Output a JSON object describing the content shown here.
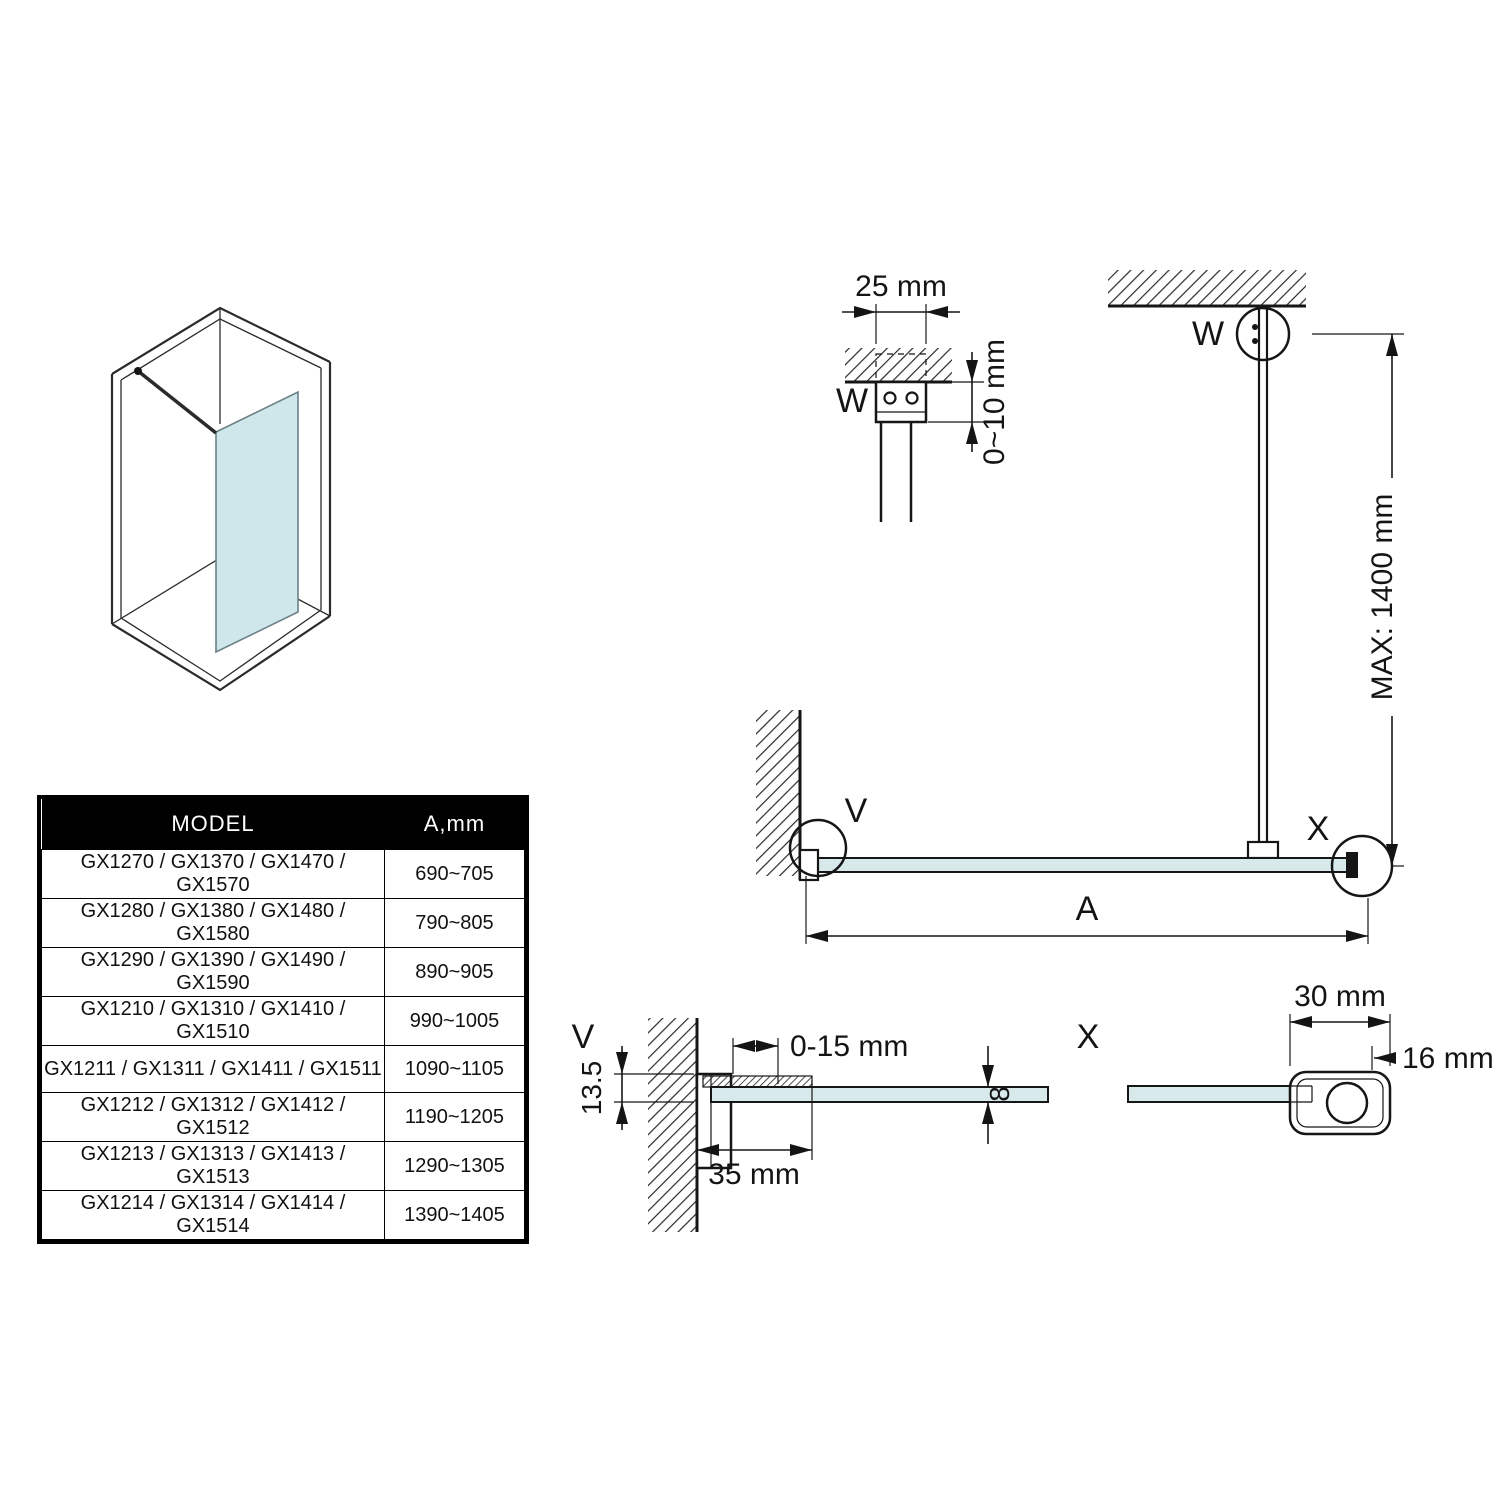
{
  "table": {
    "header": {
      "model": "MODEL",
      "a_mm": "A,mm"
    },
    "rows": [
      {
        "model": "GX1270 / GX1370 / GX1470 / GX1570",
        "a": "690~705"
      },
      {
        "model": "GX1280 / GX1380 / GX1480 / GX1580",
        "a": "790~805"
      },
      {
        "model": "GX1290 / GX1390 / GX1490 / GX1590",
        "a": "890~905"
      },
      {
        "model": "GX1210 / GX1310 / GX1410 / GX1510",
        "a": "990~1005"
      },
      {
        "model": "GX1211 / GX1311 / GX1411 / GX1511",
        "a": "1090~1105"
      },
      {
        "model": "GX1212 / GX1312 / GX1412 / GX1512",
        "a": "1190~1205"
      },
      {
        "model": "GX1213 / GX1313 / GX1413 / GX1513",
        "a": "1290~1305"
      },
      {
        "model": "GX1214 / GX1314 / GX1414 / GX1514",
        "a": "1390~1405"
      }
    ]
  },
  "diagram": {
    "detail_w": {
      "label": "W",
      "dim_width": "25 mm",
      "dim_gap": "0~10 mm"
    },
    "elevation": {
      "label_w": "W",
      "label_v": "V",
      "label_x": "X",
      "dim_height": "MAX: 1400 mm",
      "dim_span": "A"
    },
    "detail_v": {
      "label": "V",
      "dim_offset": "13.5",
      "dim_adjust": "0-15 mm",
      "dim_depth": "35 mm",
      "dim_thickness": "8"
    },
    "detail_x": {
      "label": "X",
      "dim_width": "30 mm",
      "dim_bar": "16 mm"
    }
  },
  "colors": {
    "line": "#1a1a1a",
    "glass": "#d8e9ec",
    "table_header_bg": "#000000",
    "table_text": "#111111"
  }
}
